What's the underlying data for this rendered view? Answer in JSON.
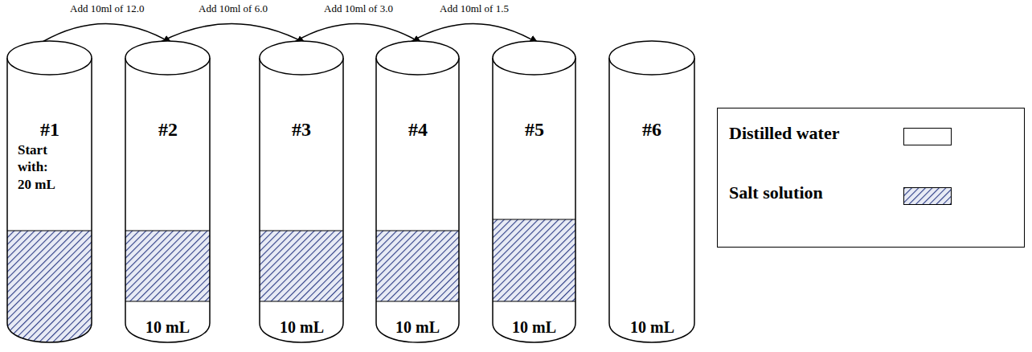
{
  "diagram": {
    "nodes": [
      {
        "text": [
          "#1",
          "Start with: 20 mL"
        ]
      },
      {
        "text": [
          "#2",
          "10 mL"
        ]
      },
      {
        "text": [
          "#3",
          "10 mL"
        ]
      },
      {
        "text": [
          "#4",
          "10 mL"
        ]
      },
      {
        "text": [
          "#5",
          "10 mL"
        ]
      },
      {
        "text": [
          "#6",
          "10 mL"
        ]
      }
    ],
    "edges": [
      {
        "from": 0,
        "to": 1,
        "arrow": "to",
        "label": "Add 10ml of 12.0"
      },
      {
        "from": 1,
        "to": 2,
        "arrow": "to",
        "label": "Add 10ml of 6.0"
      },
      {
        "from": 2,
        "to": 3,
        "arrow": "to",
        "label": "Add 10ml of 3.0"
      },
      {
        "from": 3,
        "to": 4,
        "arrow": "to",
        "label": "Add 10ml of 1.5"
      }
    ],
    "legend": [
      {
        "text": "Distilled water",
        "color": "#ffffff"
      },
      {
        "text": "Salt solution"
      }
    ]
  }
}
